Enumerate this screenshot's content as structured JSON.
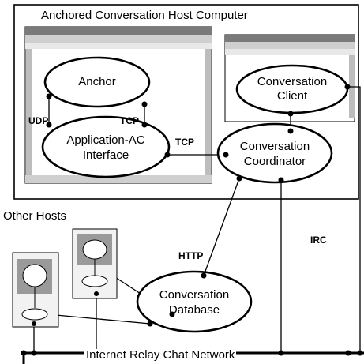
{
  "host": {
    "title": "Anchored Conversation Host Computer"
  },
  "nodes": {
    "anchor": "Anchor",
    "app_ac_line1": "Application-AC",
    "app_ac_line2": "Interface",
    "client_line1": "Conversation",
    "client_line2": "Client",
    "coord_line1": "Conversation",
    "coord_line2": "Coordinator",
    "db_line1": "Conversation",
    "db_line2": "Database"
  },
  "edges": {
    "udp": "UDP",
    "tcp1": "TCP",
    "tcp2": "TCP",
    "http": "HTTP",
    "irc": "IRC"
  },
  "other_hosts": {
    "title": "Other Hosts"
  },
  "network": {
    "label": "Internet Relay Chat Network"
  }
}
